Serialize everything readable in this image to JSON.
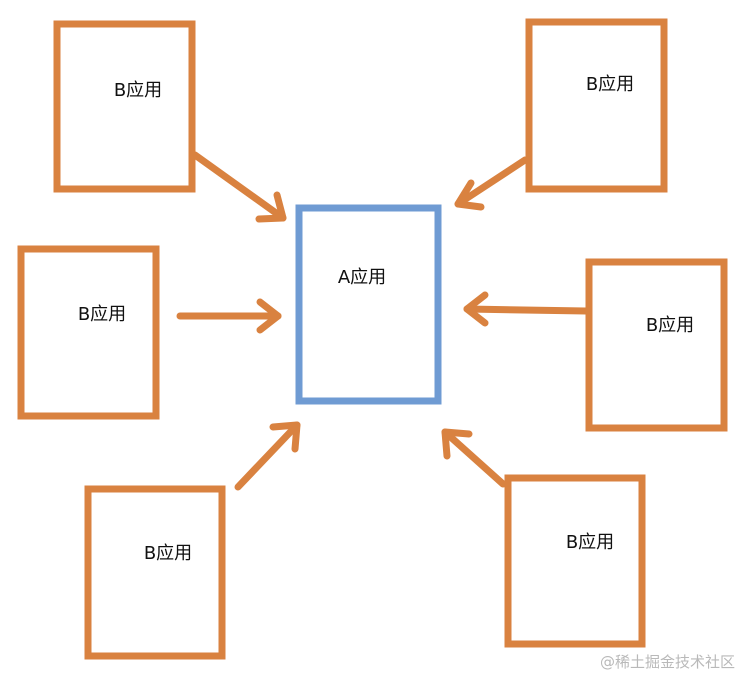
{
  "colors": {
    "b_node": "#d98240",
    "a_node": "#6f9bd3",
    "arrow": "#d98240",
    "label": "#111111",
    "watermark": "#b9b9b9"
  },
  "center_node": {
    "label": "A应用"
  },
  "b_nodes": [
    {
      "label": "B应用"
    },
    {
      "label": "B应用"
    },
    {
      "label": "B应用"
    },
    {
      "label": "B应用"
    },
    {
      "label": "B应用"
    },
    {
      "label": "B应用"
    }
  ],
  "watermark": "@稀土掘金技术社区"
}
